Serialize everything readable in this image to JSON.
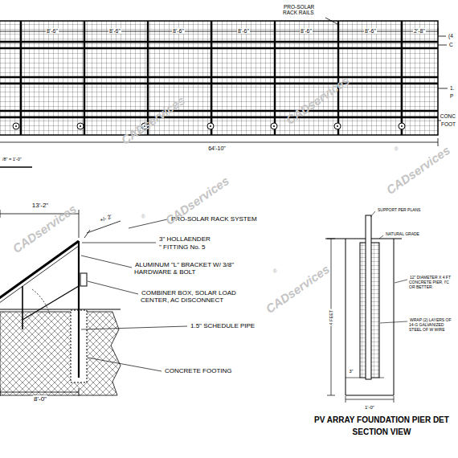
{
  "diagram": {
    "labels": [
      "PRO-SOLAR RACK RAILS",
      "8'-6\"",
      "8'-6\"",
      "8'-6\"",
      "8'-6\"",
      "8'-6\"",
      "8'-6\"",
      "2'-8\"",
      "(4",
      "C",
      "1.",
      "P",
      "CONC",
      "FOOT",
      "64'-10\"",
      "/8\" = 1'-0\"",
      "13'-2\"",
      "+/- 2'",
      "PRO-SOLAR RACK SYSTEM",
      "3\" HOLLAENDER",
      "\" FITTING No. 5",
      "ALUMINUM \"L\" BRACKET W/ 3/8\" HARDWARE & BOLT",
      "COMBINER BOX, SOLAR LOAD CENTER, AC DISCONNECT",
      "1.5\" SCHEDULE PIPE",
      "CONCRETE FOOTING",
      "8'-0\"",
      "SUPPORT PER PLANS",
      "NATURAL GRADE",
      "12\" DIAMETER X 4 FT CONCRETE PIER, f'C OR BETTER.",
      "WRAP (2) LAYERS OF 14-G GALVANIZED STEEL OF W WIRE",
      "4 FEET",
      "3\"",
      "1'-0\"",
      "PV ARRAY FOUNDATION PIER DET",
      "SECTION VIEW",
      "CADservices",
      "CADservices",
      "CADservices",
      "CADservices",
      "CADservices",
      "CADservices",
      "®",
      "®",
      "®"
    ]
  }
}
